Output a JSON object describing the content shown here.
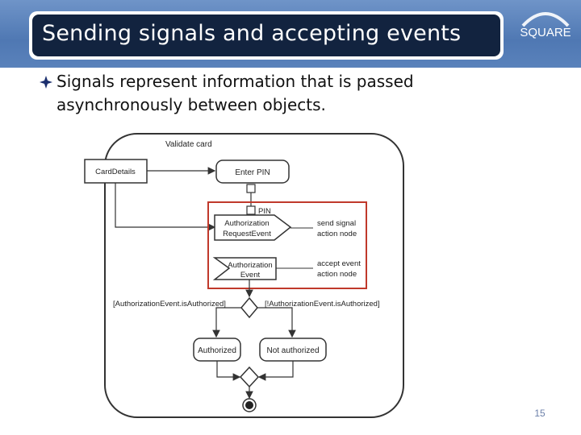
{
  "slide": {
    "title": "Sending signals and accepting events",
    "logo": "SQUARE",
    "bullet_icon": "diamond-bullet-icon",
    "bullet_text": "Signals represent information that is passed asynchronously between objects.",
    "page_number": "15"
  },
  "diagram": {
    "activity_name": "Validate card",
    "object_node": "CardDetails",
    "actions": {
      "enter_pin": "Enter PIN",
      "authorized": "Authorized",
      "not_authorized": "Not authorized"
    },
    "pin_label": "PIN",
    "send_signal": {
      "line1": "Authorization",
      "line2": "RequestEvent"
    },
    "accept_event": {
      "line1": "Authorization",
      "line2": "Event"
    },
    "annotations": {
      "send_line1": "send signal",
      "send_line2": "action node",
      "accept_line1": "accept event",
      "accept_line2": "action node"
    },
    "guards": {
      "left": "[AuthorizationEvent.isAuthorized]",
      "right": "[!AuthorizationEvent.isAuthorized]"
    },
    "highlight_color": "#c0392b"
  }
}
